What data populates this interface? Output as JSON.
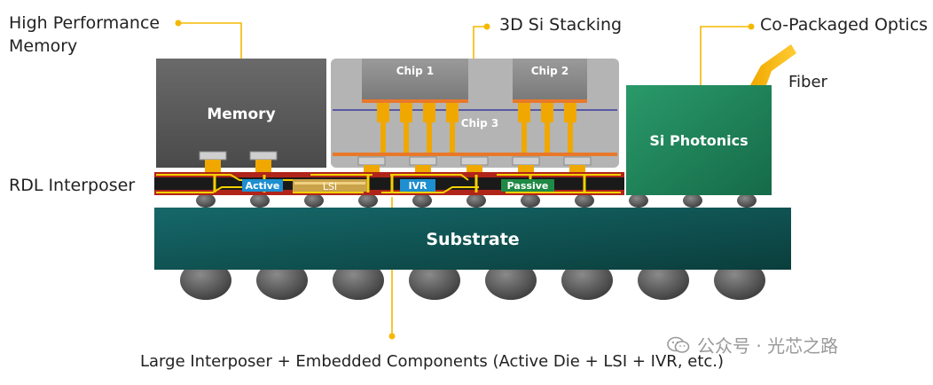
{
  "labels": {
    "hpm_line1": "High Performance",
    "hpm_line2": "Memory",
    "si_stacking": "3D Si Stacking",
    "cpo": "Co-Packaged Optics",
    "fiber": "Fiber",
    "rdl": "RDL Interposer",
    "bottom_caption": "Large Interposer + Embedded Components (Active Die + LSI + IVR, etc.)"
  },
  "blocks": {
    "memory": "Memory",
    "chip1": "Chip 1",
    "chip2": "Chip 2",
    "chip3": "Chip 3",
    "photonics": "Si Photonics",
    "substrate": "Substrate"
  },
  "embedded": {
    "active": "Active",
    "lsi": "LSI",
    "ivr": "IVR",
    "passive": "Passive"
  },
  "watermark": {
    "text": "公众号 · 光芯之路",
    "icon": "wechat-icon"
  },
  "colors": {
    "callout": "#f5b800",
    "memory": "#5f5f5f",
    "stack_bg": "#a9a9a9",
    "chip": "#8c8c8c",
    "copper": "#f0a800",
    "orange_layer": "#e8782a",
    "interposer_red": "#b0241a",
    "photonics": "#1f8a5e",
    "substrate": "#0e5350",
    "active_badge": "#1e8fd0",
    "passive_badge": "#1f8a45"
  }
}
